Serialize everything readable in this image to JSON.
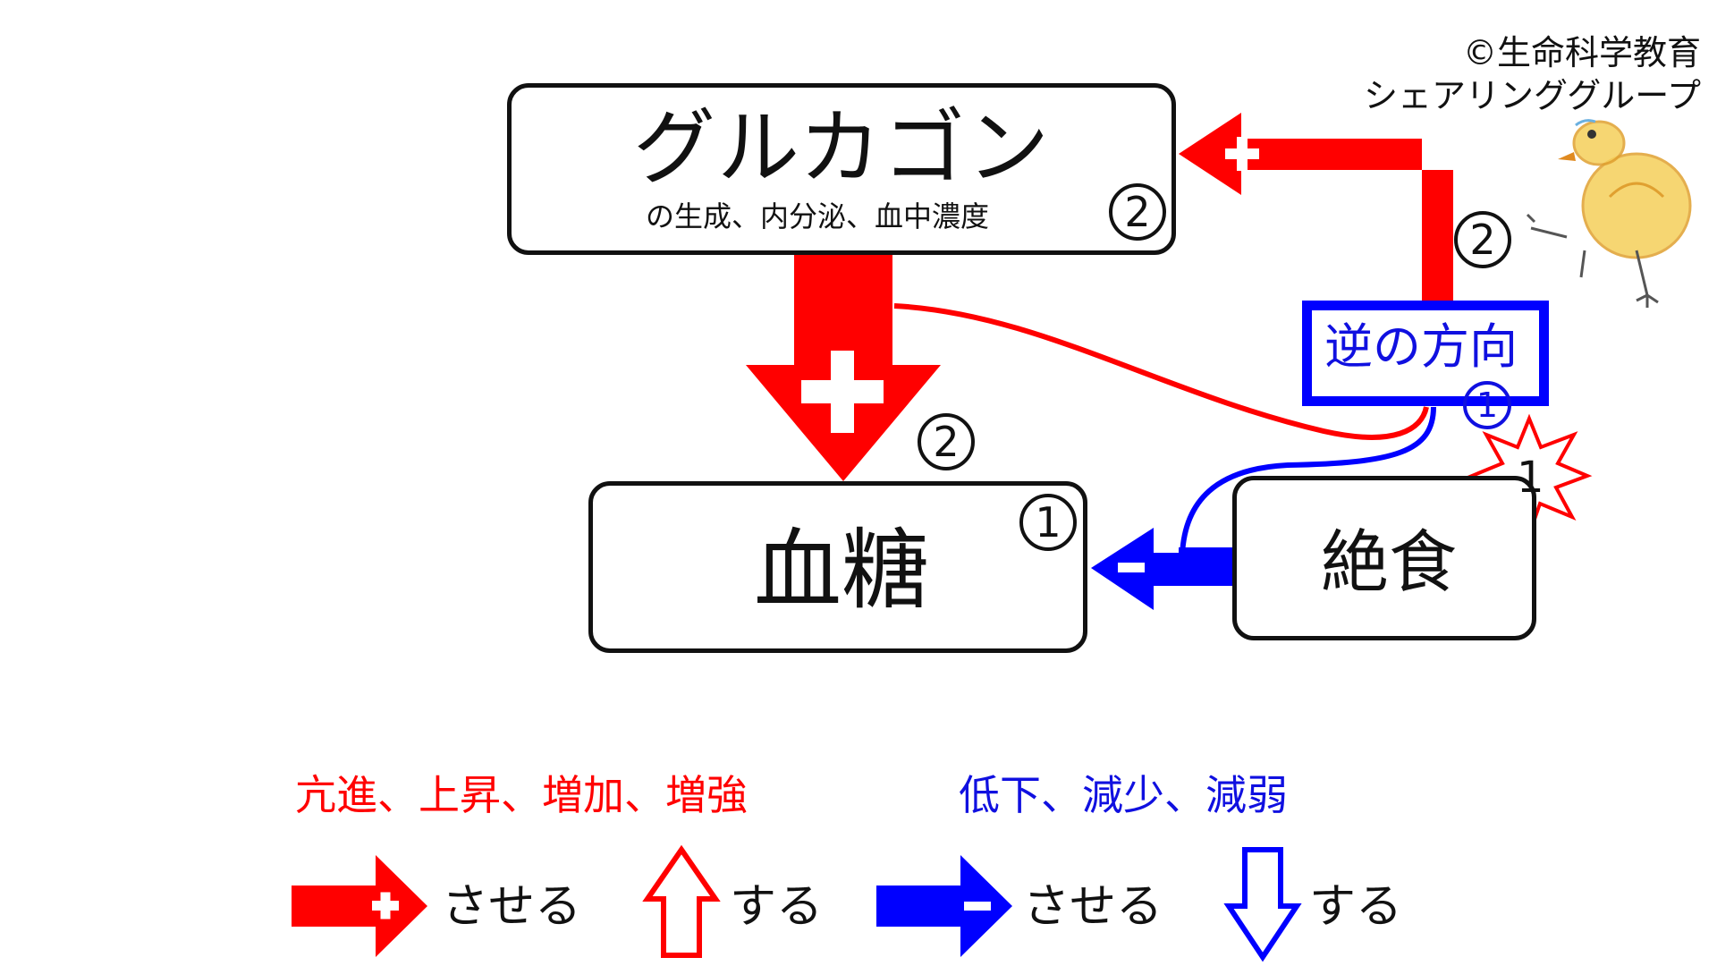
{
  "copyright": {
    "line1": "©生命科学教育",
    "line2": "シェアリンググループ"
  },
  "nodes": {
    "glucagon": {
      "title": "グルカゴン",
      "subtitle": "の生成、内分泌、血中濃度",
      "step": "2"
    },
    "blood_sugar": {
      "title": "血糖",
      "step": "1"
    },
    "fasting": {
      "title": "絶食",
      "burst_number": "1"
    },
    "reverse_direction": {
      "title": "逆の方向",
      "step": "1"
    }
  },
  "edges": {
    "fasting_to_glucagon_step": "2",
    "glucagon_to_blood_sugar_step": "2"
  },
  "legend": {
    "increase_heading": "亢進、上昇、増加、増強",
    "decrease_heading": "低下、減少、減弱",
    "plus_arrow_label": "させる",
    "up_arrow_label": "する",
    "minus_arrow_label": "させる",
    "down_arrow_label": "する"
  },
  "colors": {
    "increase": "#ff0000",
    "decrease": "#0000ff",
    "outline": "#111111",
    "chick_body": "#f2c84a"
  },
  "icons": [
    "plus-icon",
    "minus-icon",
    "up-arrow-icon",
    "down-arrow-icon",
    "burst-icon",
    "chick-icon"
  ]
}
